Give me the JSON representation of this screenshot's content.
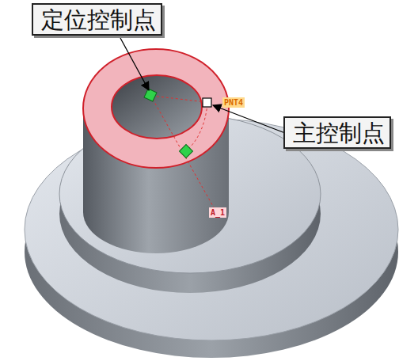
{
  "diagram": {
    "nodes": [
      {
        "text": [
          "定位控制点"
        ]
      },
      {
        "text": [
          "主控制点"
        ]
      }
    ],
    "labels": [
      "PNT4",
      "A_1"
    ]
  }
}
